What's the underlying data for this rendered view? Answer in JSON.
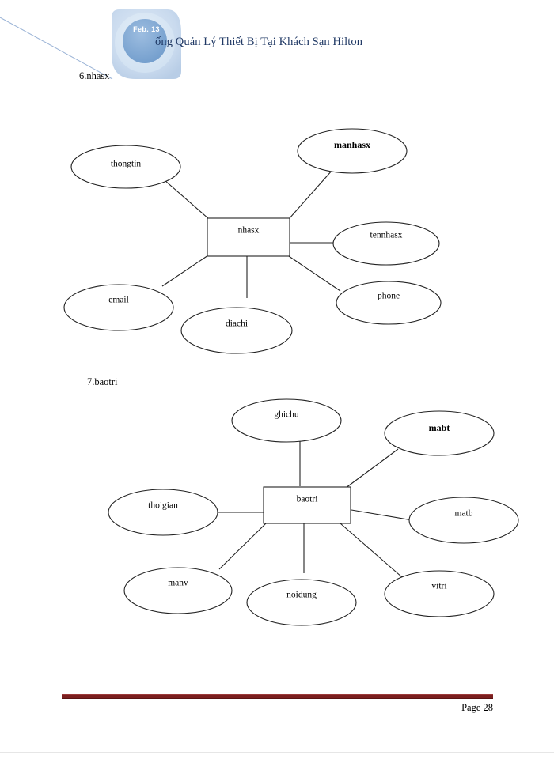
{
  "header": {
    "badge_text": "Feb. 13",
    "badge_colors": {
      "outer": "#c4d7ec",
      "mid": "#d4e3f2",
      "inner": "#7fa6d0"
    },
    "title": "ống Quản Lý Thiết Bị Tại Khách Sạn Hilton",
    "title_color": "#1f3864"
  },
  "sections": [
    {
      "label": "6.nhasx",
      "entity": "nhasx",
      "attributes": [
        {
          "name": "thongtin",
          "key": false
        },
        {
          "name": "manhasx",
          "key": true
        },
        {
          "name": "tennhasx",
          "key": false
        },
        {
          "name": "phone",
          "key": false
        },
        {
          "name": "diachi",
          "key": false
        },
        {
          "name": "email",
          "key": false
        }
      ]
    },
    {
      "label": "7.baotri",
      "entity": "baotri",
      "attributes": [
        {
          "name": "ghichu",
          "key": false
        },
        {
          "name": "mabt",
          "key": true
        },
        {
          "name": "matb",
          "key": false
        },
        {
          "name": "vitri",
          "key": false
        },
        {
          "name": "noidung",
          "key": false
        },
        {
          "name": "manv",
          "key": false
        },
        {
          "name": "thoigian",
          "key": false
        }
      ]
    }
  ],
  "footer": {
    "page_label": "Page 28",
    "rule_color": "#7b1f1f"
  }
}
